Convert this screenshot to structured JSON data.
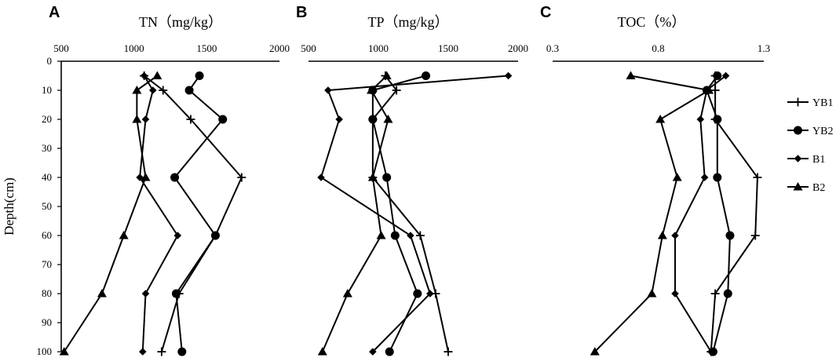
{
  "chart_data": [
    {
      "type": "line",
      "panel_label": "A",
      "title": "TN（mg/kg）",
      "xlabel": "TN（mg/kg）",
      "ylabel": "Depth(cm)",
      "xlim": [
        500,
        2000
      ],
      "ylim": [
        0,
        100
      ],
      "y_inverted": true,
      "x_axis_position": "top",
      "x_ticks": [
        "500",
        "1000",
        "1500",
        "2000"
      ],
      "y_ticks": [
        "0",
        "10",
        "20",
        "30",
        "40",
        "50",
        "60",
        "70",
        "80",
        "90",
        "100"
      ],
      "series": [
        {
          "name": "YB1",
          "marker": "plus",
          "x": [
            1070,
            1200,
            1390,
            1740,
            1560,
            1310,
            1190
          ],
          "y": [
            5,
            10,
            20,
            40,
            60,
            80,
            100
          ]
        },
        {
          "name": "YB2",
          "marker": "circle",
          "x": [
            1450,
            1380,
            1610,
            1280,
            1560,
            1290,
            1330
          ],
          "y": [
            5,
            10,
            20,
            40,
            60,
            80,
            100
          ]
        },
        {
          "name": "B1",
          "marker": "diamond",
          "x": [
            1070,
            1130,
            1080,
            1040,
            1300,
            1080,
            1060
          ],
          "y": [
            5,
            10,
            20,
            40,
            60,
            80,
            100
          ]
        },
        {
          "name": "B2",
          "marker": "triangle",
          "x": [
            1160,
            1020,
            1020,
            1080,
            930,
            780,
            520
          ],
          "y": [
            5,
            10,
            20,
            40,
            60,
            80,
            100
          ]
        }
      ]
    },
    {
      "type": "line",
      "panel_label": "B",
      "title": "TP（mg/kg）",
      "xlabel": "TP（mg/kg）",
      "ylabel": "",
      "xlim": [
        500,
        2000
      ],
      "ylim": [
        0,
        100
      ],
      "y_inverted": true,
      "x_axis_position": "top",
      "x_ticks": [
        "500",
        "1000",
        "1500",
        "2000"
      ],
      "y_ticks": [],
      "series": [
        {
          "name": "YB1",
          "marker": "plus",
          "x": [
            1050,
            1130,
            960,
            960,
            1300,
            1410,
            1500
          ],
          "y": [
            5,
            10,
            20,
            40,
            60,
            80,
            100
          ]
        },
        {
          "name": "YB2",
          "marker": "circle",
          "x": [
            1340,
            960,
            960,
            1060,
            1120,
            1280,
            1080
          ],
          "y": [
            5,
            10,
            20,
            40,
            60,
            80,
            100
          ]
        },
        {
          "name": "B1",
          "marker": "diamond",
          "x": [
            1930,
            640,
            720,
            590,
            1230,
            1370,
            960
          ],
          "y": [
            5,
            10,
            20,
            40,
            60,
            80,
            100
          ]
        },
        {
          "name": "B2",
          "marker": "triangle",
          "x": [
            1060,
            950,
            1070,
            960,
            1020,
            780,
            600
          ],
          "y": [
            5,
            10,
            20,
            40,
            60,
            80,
            100
          ]
        }
      ]
    },
    {
      "type": "line",
      "panel_label": "C",
      "title": "TOC（%）",
      "xlabel": "TOC（%）",
      "ylabel": "",
      "xlim": [
        0.3,
        1.3
      ],
      "ylim": [
        0,
        100
      ],
      "y_inverted": true,
      "x_axis_position": "top",
      "x_ticks": [
        "0.3",
        "0.8",
        "1.3"
      ],
      "y_ticks": [],
      "series": [
        {
          "name": "YB1",
          "marker": "plus",
          "x": [
            1.07,
            1.07,
            1.07,
            1.27,
            1.26,
            1.07,
            1.05
          ],
          "y": [
            5,
            10,
            20,
            40,
            60,
            80,
            100
          ]
        },
        {
          "name": "YB2",
          "marker": "circle",
          "x": [
            1.08,
            1.03,
            1.08,
            1.08,
            1.14,
            1.13,
            1.06
          ],
          "y": [
            5,
            10,
            20,
            40,
            60,
            80,
            100
          ]
        },
        {
          "name": "B1",
          "marker": "diamond",
          "x": [
            1.12,
            1.03,
            1.0,
            1.02,
            0.88,
            0.88,
            1.05
          ],
          "y": [
            5,
            10,
            20,
            40,
            60,
            80,
            100
          ]
        },
        {
          "name": "B2",
          "marker": "triangle",
          "x": [
            0.67,
            1.04,
            0.81,
            0.89,
            0.82,
            0.77,
            0.5
          ],
          "y": [
            5,
            10,
            20,
            40,
            60,
            80,
            100
          ]
        }
      ]
    }
  ],
  "legend": {
    "placement": "right",
    "items": [
      {
        "label": "YB1",
        "marker": "plus"
      },
      {
        "label": "YB2",
        "marker": "circle"
      },
      {
        "label": "B1",
        "marker": "diamond"
      },
      {
        "label": "B2",
        "marker": "triangle"
      }
    ]
  }
}
